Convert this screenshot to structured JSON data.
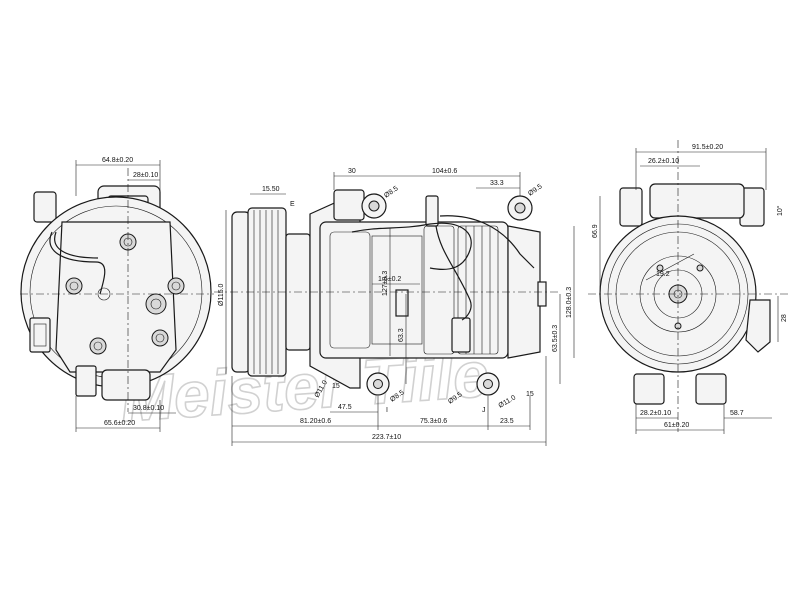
{
  "watermark": "Meister Tiile",
  "dimensions": {
    "left_width": "64.8±0.20",
    "left_28": "28±0.10",
    "left_30_8": "30.8±0.10",
    "left_65_6": "65.6±0.20",
    "pulley_15_50": "15.50",
    "pulley_e": "E",
    "pulley_dia": "Ø115.0",
    "top_30": "30",
    "top_104": "104±0.6",
    "top_33_3": "33.3",
    "top_hole_a": "Ø8.5",
    "top_hole_b": "Ø9.5",
    "mid_1_6": "1.6±0.2",
    "mid_127": "127±0.3",
    "mid_63": "63.3",
    "right_128": "128.0±0.3",
    "right_63_5": "63.5±0.3",
    "bot_47_5": "47.5",
    "bot_11_a": "Ø11.0",
    "bot_8_5": "Ø8.5",
    "bot_9_5": "Ø9.5",
    "bot_11_b": "Ø11.0",
    "bot_81_20": "81.20±0.6",
    "bot_75_3": "75.3±0.6",
    "bot_23_5": "23.5",
    "bot_223_7": "223.7±10",
    "bot_i": "I",
    "bot_j": "J",
    "bot_15_a": "15",
    "bot_15_b": "15",
    "rv_91_5": "91.5±0.20",
    "rv_26_2": "26.2±0.10",
    "rv_66_9": "66.9",
    "rv_19_2": "19.2",
    "rv_10": "10°",
    "rv_28": "28",
    "rv_28_2": "28.2±0.10",
    "rv_58_7": "58.7",
    "rv_61": "61±0.20"
  }
}
